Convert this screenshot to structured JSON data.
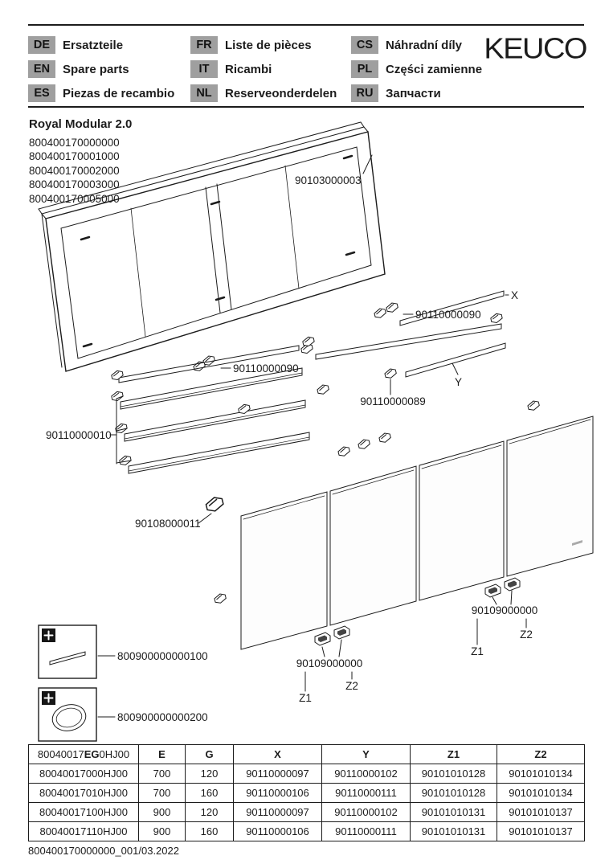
{
  "page": {
    "bg": "#ffffff",
    "text_color": "#1c1c1c",
    "badge_bg": "#9f9f9f"
  },
  "header": {
    "brand": "KEUCO",
    "languages": [
      {
        "code": "DE",
        "label": "Ersatzteile"
      },
      {
        "code": "FR",
        "label": "Liste de pièces"
      },
      {
        "code": "CS",
        "label": "Náhradní díly"
      },
      {
        "code": "EN",
        "label": "Spare parts"
      },
      {
        "code": "IT",
        "label": "Ricambi"
      },
      {
        "code": "PL",
        "label": "Części zamienne"
      },
      {
        "code": "ES",
        "label": "Piezas de recambio"
      },
      {
        "code": "NL",
        "label": "Reserveonderdelen"
      },
      {
        "code": "RU",
        "label": "Запчасти"
      }
    ]
  },
  "product": {
    "title": "Royal Modular 2.0",
    "codes": [
      "800400170000000",
      "800400170001000",
      "800400170002000",
      "800400170003000",
      "800400170005000"
    ]
  },
  "diagram": {
    "labels": {
      "cabinet": "90103000003",
      "rail": "90110000090",
      "rail_clip": "90110000089",
      "shelf": "90110000010",
      "hinge": "90108000011",
      "door_hinge": "90109000000",
      "x": "X",
      "y": "Y",
      "z1": "Z1",
      "z2": "Z2",
      "detail_strip": "800900000000100",
      "detail_oval": "800900000000200"
    }
  },
  "table": {
    "header": {
      "model_prefix": "80040017",
      "model_bold": "EG",
      "model_suffix": "0HJ00",
      "cols": [
        "E",
        "G",
        "X",
        "Y",
        "Z1",
        "Z2"
      ]
    },
    "rows": [
      [
        "80040017000HJ00",
        "700",
        "120",
        "90110000097",
        "90110000102",
        "90101010128",
        "90101010134"
      ],
      [
        "80040017010HJ00",
        "700",
        "160",
        "90110000106",
        "90110000111",
        "90101010128",
        "90101010134"
      ],
      [
        "80040017100HJ00",
        "900",
        "120",
        "90110000097",
        "90110000102",
        "90101010131",
        "90101010137"
      ],
      [
        "80040017110HJ00",
        "900",
        "160",
        "90110000106",
        "90110000111",
        "90101010131",
        "90101010137"
      ]
    ]
  },
  "footer": {
    "doc_ref": "800400170000000_001/03.2022"
  }
}
